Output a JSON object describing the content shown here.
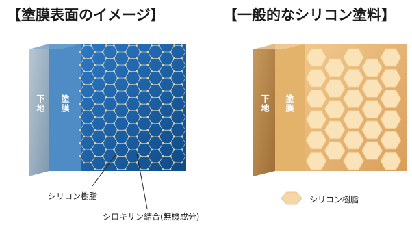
{
  "left_panel": {
    "title": "【塗膜表面のイメージ】",
    "layer_substrate": "下地",
    "layer_coating": "塗膜",
    "callout_silicone": "シリコン樹脂",
    "callout_siloxane": "シロキサン結合(無機成分)",
    "colors": {
      "substrate": "#9fb5c8",
      "coating": "#2f6fb0",
      "grid": "#c8d8ea",
      "node": "#e6c070"
    }
  },
  "right_panel": {
    "title": "【一般的なシリコン塗料】",
    "layer_substrate": "下地",
    "layer_coating": "塗膜",
    "legend_label": "シリコン樹脂",
    "colors": {
      "substrate": "#b98a4e",
      "coating": "#e9b679",
      "hex": "#f7d9a3"
    }
  }
}
